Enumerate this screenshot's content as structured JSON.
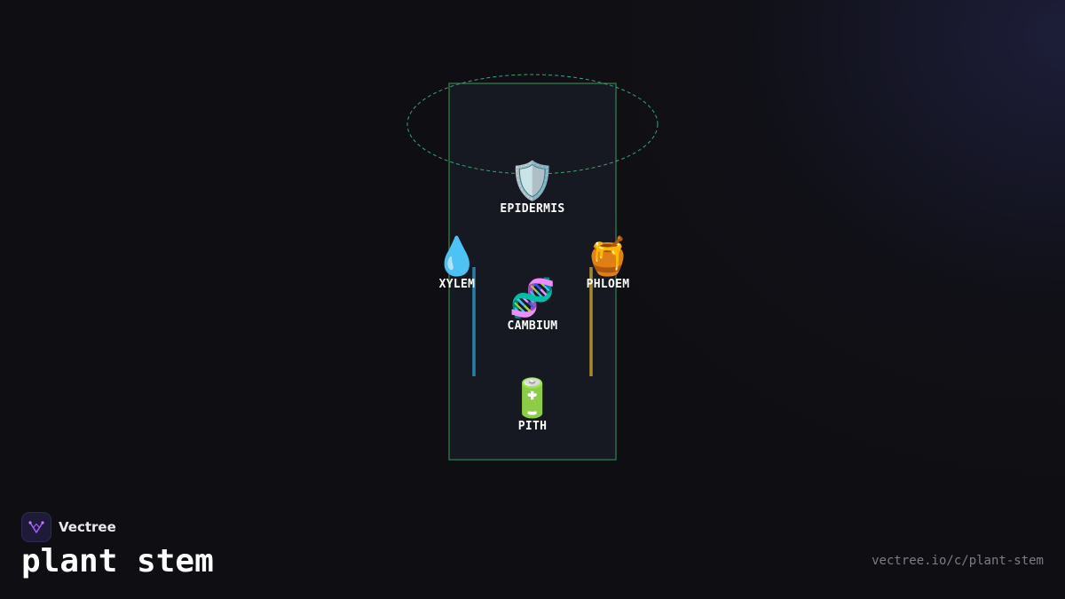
{
  "brand": {
    "name": "Vectree",
    "logo_icon": "vectree-logo-icon",
    "accent": "#a45cf0"
  },
  "page": {
    "title": "plant stem",
    "url": "vectree.io/c/plant-stem"
  },
  "diagram": {
    "colors": {
      "frame": "#2f6e45",
      "ellipse": "#3aa372",
      "xylem_bar": "#2a7fa8",
      "phloem_bar": "#a8892a",
      "label": "#ffffff"
    },
    "nodes": {
      "epidermis": {
        "label": "EPIDERMIS",
        "icon": "shield-icon",
        "emoji": "🛡️"
      },
      "xylem": {
        "label": "XYLEM",
        "icon": "water-drop-icon",
        "emoji": "💧"
      },
      "phloem": {
        "label": "PHLOEM",
        "icon": "honey-pot-icon",
        "emoji": "🍯"
      },
      "cambium": {
        "label": "CAMBIUM",
        "icon": "dna-icon",
        "emoji": "🧬"
      },
      "pith": {
        "label": "PITH",
        "icon": "battery-icon",
        "emoji": "🔋"
      }
    }
  }
}
